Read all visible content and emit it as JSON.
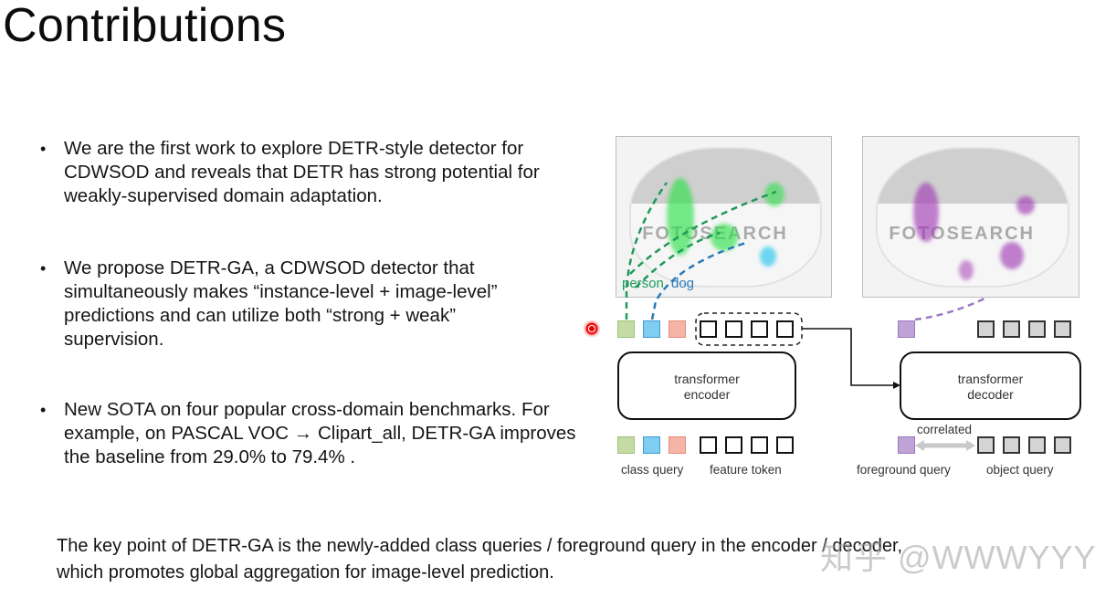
{
  "slide": {
    "title": "Contributions",
    "bullets": [
      {
        "lines": [
          "We are the first work to explore DETR-style detector for",
          "CDWSOD and reveals that DETR has strong potential for",
          "weakly-supervised domain adaptation."
        ]
      },
      {
        "lines": [
          "We propose DETR-GA, a CDWSOD detector that",
          "simultaneously makes “instance-level + image-level”",
          "predictions and can utilize both “strong + weak”",
          "supervision."
        ]
      },
      {
        "lines": [
          "New SOTA on four popular cross-domain benchmarks. For",
          "example, on PASCAL VOC → Clipart_all, DETR-GA improves",
          "the baseline from 29.0% to 79.4% ."
        ]
      }
    ],
    "footer": {
      "line1": "The key point of DETR-GA is the newly-added class queries / foreground query in the encoder / decoder,",
      "line2": "which promotes global aggregation for image-level prediction."
    },
    "watermark": "知乎 @WWWYYY"
  },
  "figure": {
    "left_image": {
      "labels": {
        "person": "person",
        "dog": "dog"
      },
      "image_watermark": "FOTOSEARCH"
    },
    "right_image": {
      "image_watermark": "FOTOSEARCH"
    },
    "encoder": {
      "label_line1": "transformer",
      "label_line2": "encoder"
    },
    "decoder": {
      "label_line1": "transformer",
      "label_line2": "decoder"
    },
    "legend": {
      "class_query": "class query",
      "feature_token": "feature token",
      "foreground_query": "foreground query",
      "object_query": "object query",
      "correlated": "correlated"
    },
    "colors": {
      "class_green": "#c4dca4",
      "class_blue": "#7fcdf0",
      "class_red": "#f6b4a6",
      "foreground_purple": "#bfa2d6",
      "object_gray": "#d4d4d4",
      "person_label": "#1e9a5a",
      "dog_label": "#2a7ab8",
      "attention_green": "#2ee04a",
      "attention_cyan": "#35c8ee",
      "attention_purple": "#9b2fb0"
    }
  }
}
